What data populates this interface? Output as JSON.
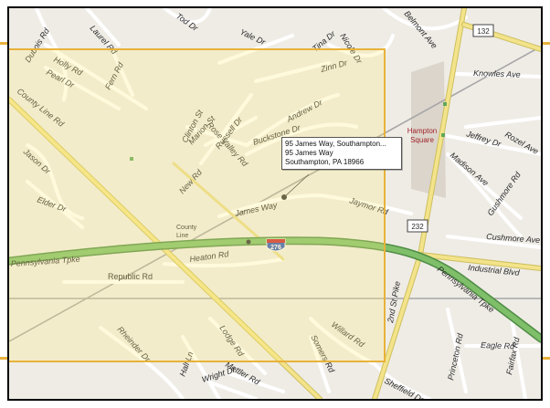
{
  "colors": {
    "background": "#efece6",
    "highway": "#7fbf6a",
    "major_road": "#f3e38a",
    "minor_road": "#ffffff",
    "rail": "#a6a6a6",
    "accent": "#e8b23a",
    "poi_label": "#a0262b",
    "poi_area": "#dcd5cc"
  },
  "popup": {
    "line1": "95 James Way, Southampton...",
    "line2": "95 James Way",
    "line3": "Southampton, PA 18966"
  },
  "poi": {
    "name_line1": "Hampton",
    "name_line2": "Square"
  },
  "shields": {
    "interstate": "276",
    "route_132": "132",
    "route_232": "232"
  },
  "places": {
    "county_line_1": "County",
    "county_line_2": "Line"
  },
  "roads": {
    "dubois": "Dubois Rd",
    "laurel": "Laurel Rd",
    "tod": "Tod Dr",
    "holly": "Holly Rd",
    "pearl": "Pearl Dr",
    "fern": "Fern Rd",
    "county_line": "County Line Rd",
    "yale": "Yale Dr",
    "tina": "Tina Dr",
    "nicole": "Nicole Dr",
    "zinn": "Zinn Dr",
    "belmont": "Belmont Ave",
    "knowles": "Knowles Ave",
    "clinton": "Clinton St",
    "rose_valley": "Rose Valley Rd",
    "marion": "Marion St",
    "russell": "Russell Dr",
    "andrew": "Andrew Dr",
    "buckstone": "Buckstone Dr",
    "jason": "Jason Dr",
    "elder": "Elder Dr",
    "new": "New Rd",
    "james_way": "James Way",
    "jaymor": "Jaymor Rd",
    "jeffrey": "Jeffrey Dr",
    "rozel": "Rozel Ave",
    "madison": "Madison Ave",
    "gushmore": "Gushmore Rd",
    "cushmore": "Cushmore Ave",
    "industrial": "Industrial Blvd",
    "penn_tpke_w": "Pennsylvania Tpke",
    "heaton": "Heaton Rd",
    "republic": "Republic Rd",
    "penn_tpke_e": "Pennsylvania Tpke",
    "second_st": "2nd St Pike",
    "willard": "Willard Rd",
    "rheinder": "Rheinder Dr",
    "lodge": "Lodge Rd",
    "somers": "Somers Rd",
    "princeton": "Princeton Rd",
    "eagle": "Eagle Rd",
    "fairfax": "Fairfax Rd",
    "hall": "Hall Ln",
    "mettler": "Mettler Rd",
    "wright": "Wright Dr",
    "sheffield": "Sheffield Dr"
  }
}
